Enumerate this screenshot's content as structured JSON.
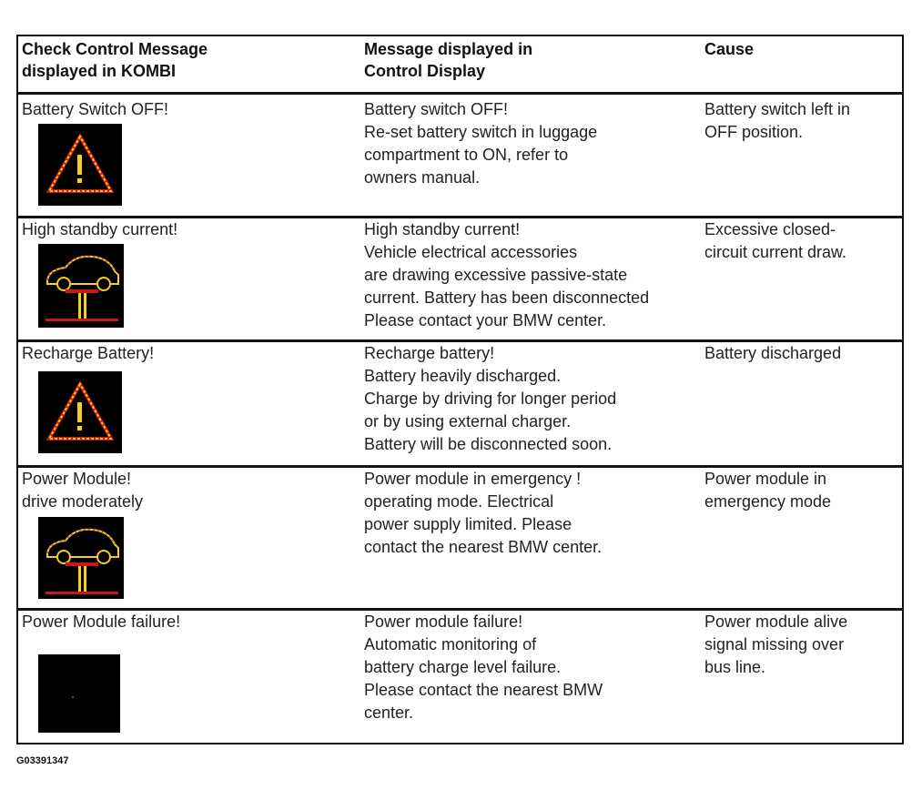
{
  "header": {
    "col1": "Check Control Message\ndisplayed in KOMBI",
    "col2": "Message displayed in\nControl Display",
    "col3": "Cause"
  },
  "rows": [
    {
      "kombi": "Battery Switch OFF!",
      "display": "Battery switch OFF!\nRe-set battery switch in luggage\ncompartment to ON, refer to\nowners manual.",
      "cause": "Battery switch left in\nOFF position.",
      "icon": "warning-triangle-icon"
    },
    {
      "kombi": "High standby current!",
      "display": "High standby current!\nVehicle electrical accessories\nare drawing excessive passive-state\ncurrent.  Battery has been disconnected\nPlease contact your BMW center.",
      "cause": "Excessive closed-\ncircuit current draw.",
      "icon": "car-lift-icon"
    },
    {
      "kombi": "Recharge Battery!",
      "display": "Recharge battery!\nBattery heavily discharged.\nCharge by driving for longer period\nor by using external charger.\nBattery will be disconnected soon.",
      "cause": "Battery discharged",
      "icon": "warning-triangle-icon"
    },
    {
      "kombi": "Power Module!\ndrive moderately",
      "display": "Power module in emergency !\noperating mode.  Electrical\npower supply limited.  Please\ncontact the nearest BMW center.",
      "cause": "Power module in\nemergency mode",
      "icon": "car-lift-icon"
    },
    {
      "kombi": "Power Module failure!",
      "display": "Power module failure!\nAutomatic monitoring of\nbattery charge level failure.\nPlease contact the nearest BMW\ncenter.",
      "cause": "Power module alive\nsignal missing over\nbus line.",
      "icon": "blank-display-icon"
    }
  ],
  "figure_code": "G03391347",
  "colors": {
    "icon_yellow": "#f5d020",
    "icon_red": "#c81818",
    "icon_bg": "#000000"
  }
}
